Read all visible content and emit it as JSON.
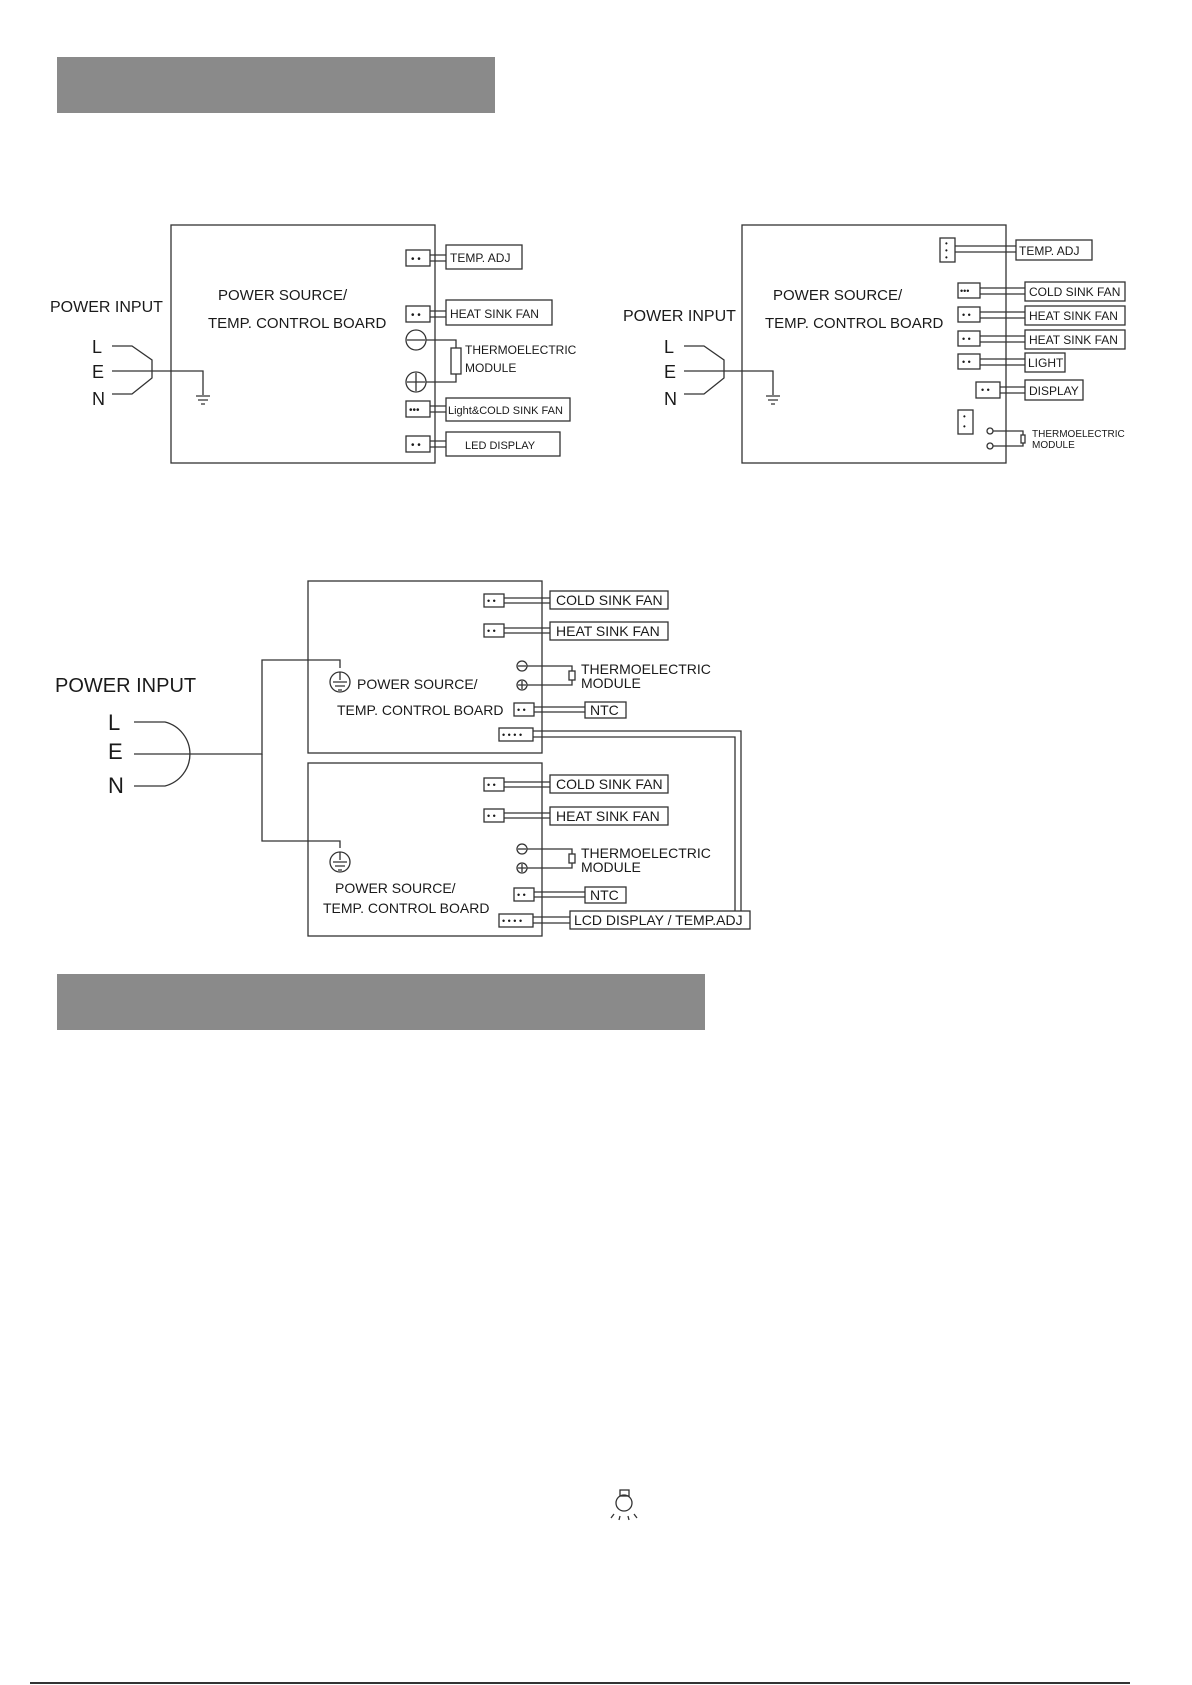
{
  "diagram1": {
    "power_input": "POWER INPUT",
    "phases": [
      "L",
      "E",
      "N"
    ],
    "board_line1": "POWER SOURCE/",
    "board_line2": "TEMP. CONTROL BOARD",
    "connectors": [
      "TEMP. ADJ",
      "HEAT SINK FAN",
      "Light&COLD SINK FAN",
      "LED DISPLAY"
    ],
    "module_line1": "THERMOELECTRIC",
    "module_line2": "MODULE"
  },
  "diagram2": {
    "power_input": "POWER INPUT",
    "phases": [
      "L",
      "E",
      "N"
    ],
    "board_line1": "POWER SOURCE/",
    "board_line2": "TEMP. CONTROL BOARD",
    "connectors": [
      "TEMP. ADJ",
      "COLD SINK FAN",
      "HEAT SINK FAN",
      "HEAT SINK FAN",
      "LIGHT",
      "DISPLAY"
    ],
    "module_line1": "THERMOELECTRIC",
    "module_line2": "MODULE"
  },
  "diagram3": {
    "power_input": "POWER INPUT",
    "phases": [
      "L",
      "E",
      "N"
    ],
    "board_line1": "POWER SOURCE/",
    "board_line2": "TEMP. CONTROL BOARD",
    "upper_connectors": [
      "COLD SINK FAN",
      "HEAT SINK FAN",
      "NTC"
    ],
    "lower_connectors": [
      "COLD SINK FAN",
      "HEAT SINK FAN",
      "NTC",
      "LCD DISPLAY / TEMP.ADJ"
    ],
    "module_line1": "THERMOELECTRIC",
    "module_line2": "MODULE"
  },
  "colors": {
    "header_bar": "#8a8a8a",
    "line": "#333333"
  }
}
